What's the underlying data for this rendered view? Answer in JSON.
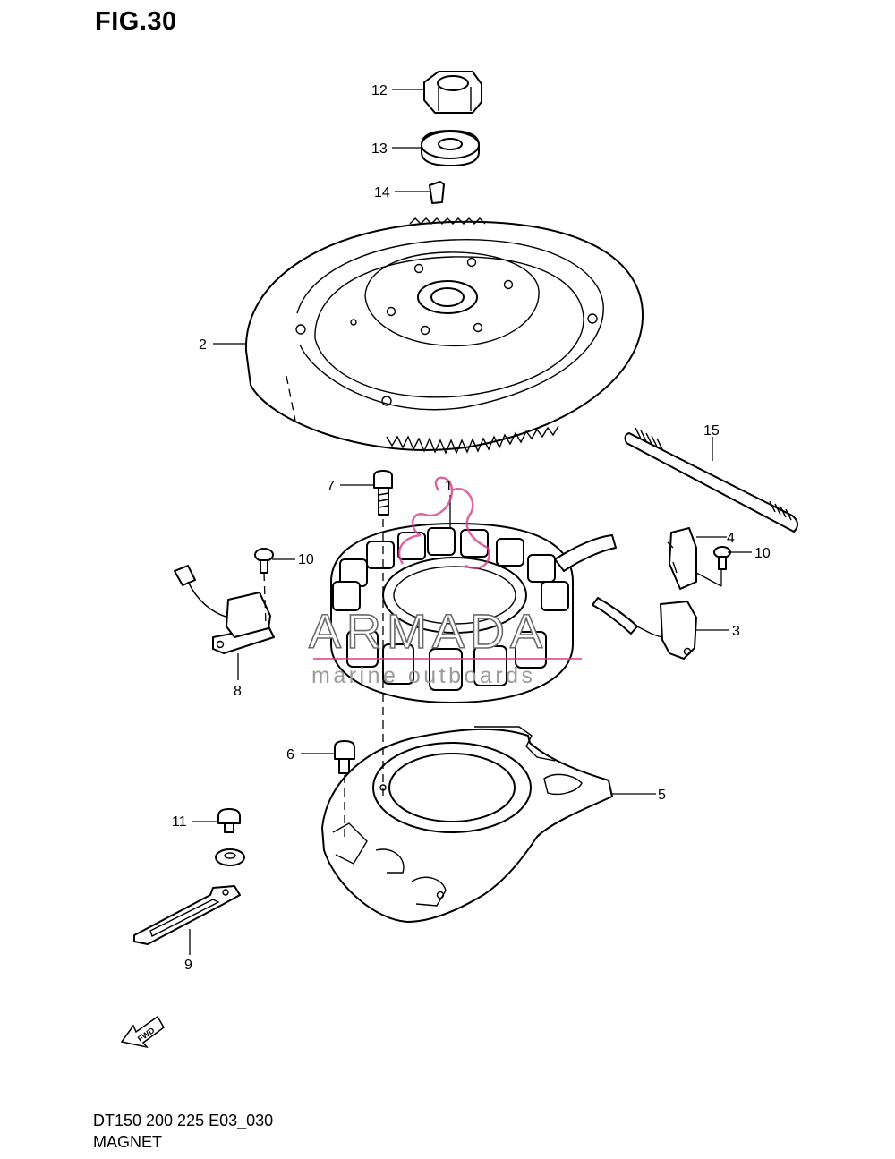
{
  "figure": {
    "title": "FIG.30"
  },
  "callouts": [
    {
      "id": "label-1",
      "text": "1"
    },
    {
      "id": "label-2",
      "text": "2"
    },
    {
      "id": "label-3",
      "text": "3"
    },
    {
      "id": "label-4",
      "text": "4"
    },
    {
      "id": "label-5",
      "text": "5"
    },
    {
      "id": "label-6",
      "text": "6"
    },
    {
      "id": "label-7",
      "text": "7"
    },
    {
      "id": "label-8",
      "text": "8"
    },
    {
      "id": "label-9",
      "text": "9"
    },
    {
      "id": "label-10a",
      "text": "10"
    },
    {
      "id": "label-10b",
      "text": "10"
    },
    {
      "id": "label-11",
      "text": "11"
    },
    {
      "id": "label-12",
      "text": "12"
    },
    {
      "id": "label-13",
      "text": "13"
    },
    {
      "id": "label-14",
      "text": "14"
    },
    {
      "id": "label-15",
      "text": "15"
    }
  ],
  "watermark": {
    "brand": "ARMADA",
    "tagline": "marine outboards",
    "accent_color": "#d63f8c"
  },
  "direction_badge": "FWD",
  "footer": {
    "model": "DT150 200 225 E03_030",
    "name": "MAGNET"
  }
}
